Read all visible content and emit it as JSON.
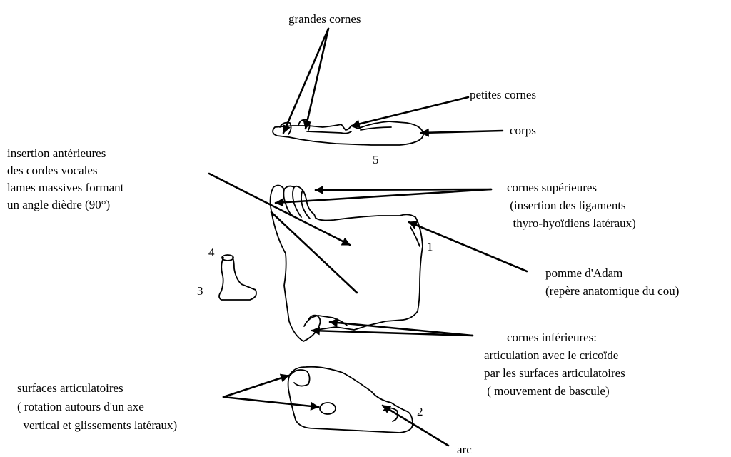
{
  "labels": {
    "grandes_cornes": "grandes cornes",
    "petites_cornes": "petites cornes",
    "corps": "corps",
    "insertion": [
      "insertion antérieures",
      "des cordes vocales",
      "lames massives formant",
      "un angle dièdre (90°)"
    ],
    "cornes_superieures": [
      "cornes supérieures",
      " (insertion des ligaments",
      "  thyro-hyoïdiens latéraux)"
    ],
    "pomme_adam": [
      "pomme d'Adam",
      "(repère anatomique du cou)"
    ],
    "cornes_inferieures": [
      "cornes inférieures:",
      "articulation avec le cricoïde",
      "par les surfaces articulatoires",
      " ( mouvement de bascule)"
    ],
    "surfaces_articulatoires": [
      "surfaces articulatoires",
      "( rotation autours d'un axe",
      "  vertical et glissements latéraux)"
    ],
    "arc": "arc"
  },
  "numbers": {
    "n1": "1",
    "n2": "2",
    "n3": "3",
    "n4": "4",
    "n5": "5"
  },
  "colors": {
    "ink": "#000000",
    "background": "#ffffff"
  }
}
